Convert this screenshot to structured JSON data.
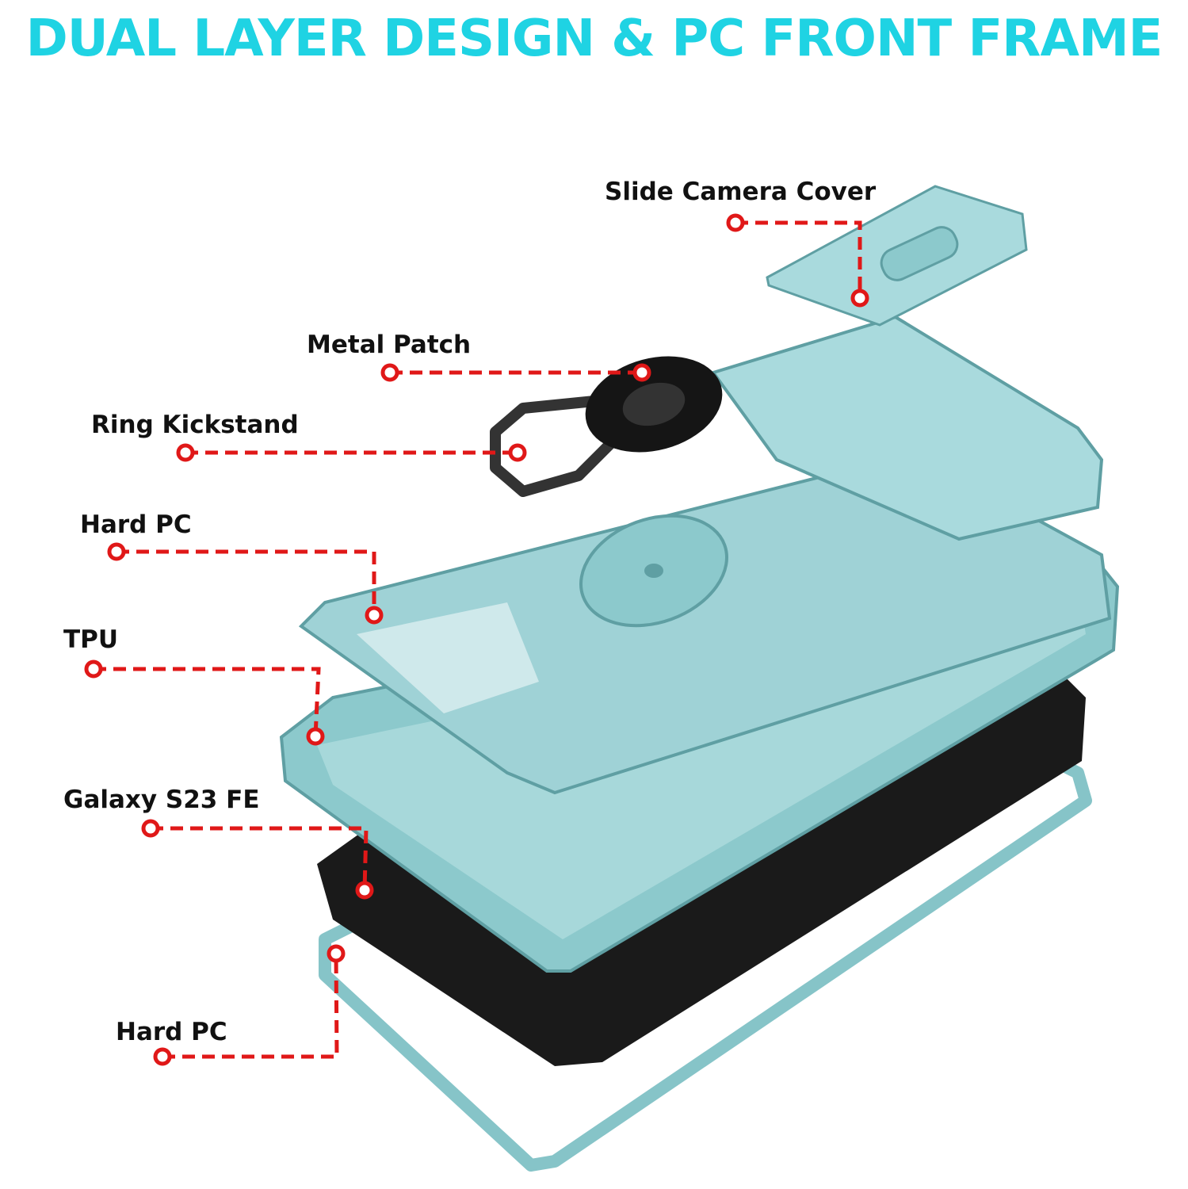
{
  "title": "DUAL LAYER DESIGN & PC FRONT FRAME",
  "labels": {
    "slide_camera_cover": "Slide Camera Cover",
    "metal_patch": "Metal Patch",
    "ring_kickstand": "Ring Kickstand",
    "hard_pc_back": "Hard PC",
    "tpu": "TPU",
    "phone_model": "Galaxy S23 FE",
    "hard_pc_front": "Hard PC"
  },
  "colors": {
    "title": "#1fd3e3",
    "case": "#8cc9cc",
    "case_dark": "#5f9fa3",
    "leader": "#e01818",
    "phone": "#1a1a1a"
  }
}
